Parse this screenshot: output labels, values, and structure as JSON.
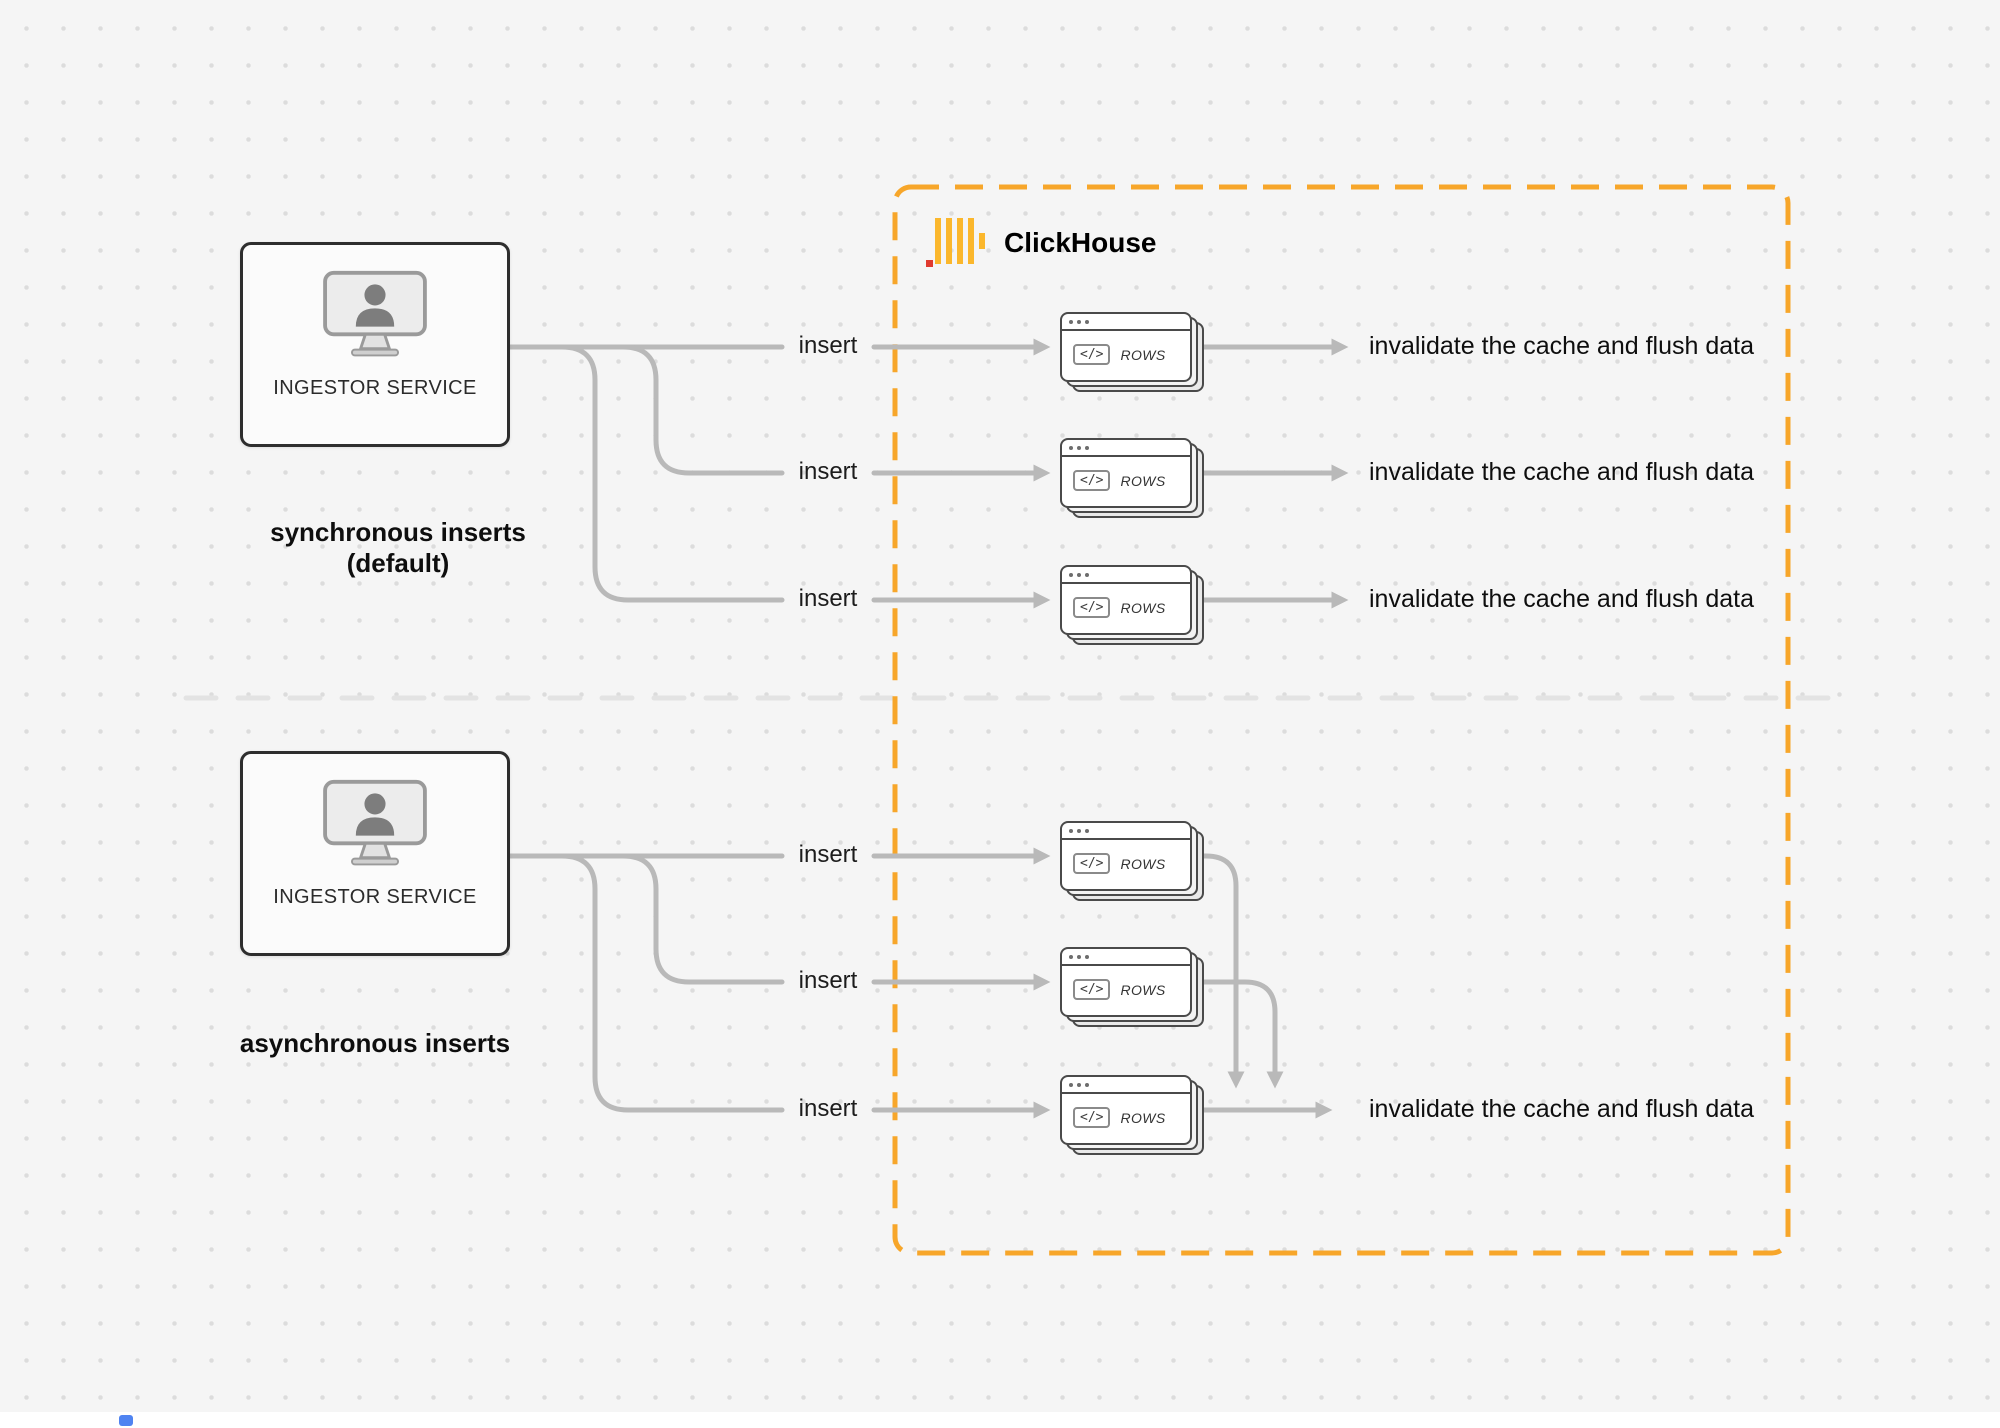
{
  "canvas": {
    "background": "#f5f5f5",
    "accent_orange": "#F7A62A",
    "connector_gray": "#b9b9b9",
    "logo_yellow": "#FBB72C",
    "logo_red": "#E03A2F"
  },
  "clickhouse": {
    "title": "ClickHouse"
  },
  "sync": {
    "ingestor_label": "INGESTOR SERVICE",
    "caption": "synchronous inserts (default)",
    "rows": [
      {
        "insert_label": "insert",
        "result_label": "invalidate the cache and flush data"
      },
      {
        "insert_label": "insert",
        "result_label": "invalidate the cache and flush data"
      },
      {
        "insert_label": "insert",
        "result_label": "invalidate the cache and flush data"
      }
    ]
  },
  "async": {
    "ingestor_label": "INGESTOR SERVICE",
    "caption": "asynchronous inserts",
    "rows": [
      {
        "insert_label": "insert"
      },
      {
        "insert_label": "insert"
      },
      {
        "insert_label": "insert"
      }
    ],
    "result_label": "invalidate the cache and flush data"
  },
  "rows_card": {
    "code_glyph": "</>",
    "label": "ROWS"
  }
}
